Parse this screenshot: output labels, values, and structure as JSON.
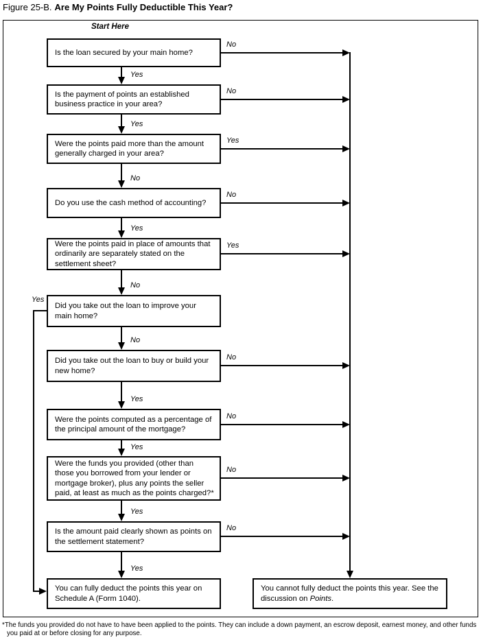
{
  "figure": {
    "label": "Figure 25-B.",
    "title": "Are My Points Fully Deductible This Year?"
  },
  "start_label": "Start Here",
  "nodes": [
    {
      "question": "Is the loan secured by your main home?",
      "down_label": "Yes",
      "side_label": "No",
      "side_direction": "right"
    },
    {
      "question": "Is the payment of points an established business practice in your area?",
      "down_label": "Yes",
      "side_label": "No",
      "side_direction": "right"
    },
    {
      "question": "Were the points paid more than the amount generally charged in your area?",
      "down_label": "No",
      "side_label": "Yes",
      "side_direction": "right"
    },
    {
      "question": "Do you use the cash method of accounting?",
      "down_label": "Yes",
      "side_label": "No",
      "side_direction": "right"
    },
    {
      "question": "Were the points paid in place of amounts that ordinarily are separately stated on the settlement sheet?",
      "down_label": "No",
      "side_label": "Yes",
      "side_direction": "right"
    },
    {
      "question": "Did you take out the loan to improve your main home?",
      "down_label": "No",
      "side_label": "Yes",
      "side_direction": "left"
    },
    {
      "question": "Did you take out the loan to buy or build your new home?",
      "down_label": "Yes",
      "side_label": "No",
      "side_direction": "right"
    },
    {
      "question": "Were the points computed as a percentage of the principal amount of the mortgage?",
      "down_label": "Yes",
      "side_label": "No",
      "side_direction": "right"
    },
    {
      "question": "Were the funds you provided (other than those you borrowed from your lender or mortgage broker), plus any points the seller paid, at least as much as the points charged?*",
      "down_label": "Yes",
      "side_label": "No",
      "side_direction": "right"
    },
    {
      "question": "Is the amount paid clearly shown as points on the settlement statement?",
      "down_label": "Yes",
      "side_label": "No",
      "side_direction": "right"
    }
  ],
  "results": {
    "deductible": "You can fully deduct the points this year on Schedule A (Form 1040).",
    "not_deductible_prefix": "You cannot fully deduct the points this year. See the discussion on ",
    "not_deductible_italic": "Points",
    "not_deductible_suffix": "."
  },
  "footnote": "*The funds you provided do not have to have been applied to the points. They can include a down payment, an escrow deposit, earnest money, and other funds you paid at or before closing for any purpose.",
  "colors": {
    "line": "#000000",
    "background": "#ffffff",
    "text": "#000000"
  }
}
